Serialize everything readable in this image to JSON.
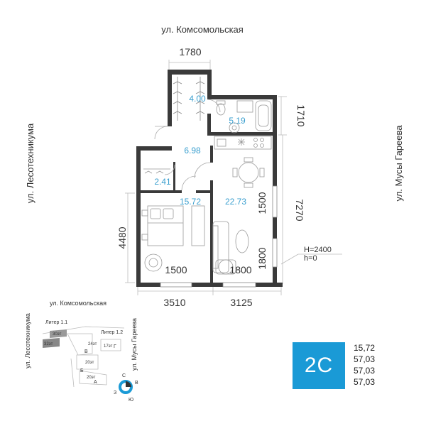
{
  "streets": {
    "north": "ул. Комсомольская",
    "west": "ул. Лесотехникума",
    "east": "ул. Мусы Гареева"
  },
  "dimensions": {
    "top": "1780",
    "bath_right": "1710",
    "right_total": "7270",
    "left_total": "4480",
    "bottom_left": "3510",
    "bottom_right": "3125",
    "window_left": "1500",
    "window_right": "1800",
    "right_inner_upper": "1500",
    "right_inner_lower": "1800"
  },
  "rooms": {
    "wardrobe": "4.00",
    "bathroom": "5.19",
    "hall": "6.98",
    "closet": "2.41",
    "bedroom": "15.72",
    "kitchen_living": "22.73"
  },
  "ceiling": {
    "height": "H=2400",
    "level": "h=0"
  },
  "site_plan": {
    "street_north": "ул. Комсомольская",
    "street_west": "ул. Лесотехникума",
    "street_east": "ул. Мусы Гареева",
    "liter_1": "Литер 1.1",
    "liter_2": "Литер 1.2",
    "floors": [
      "30эт",
      "32эт",
      "24эт",
      "17эт",
      "20эт",
      "20эт"
    ],
    "sections": [
      "В",
      "Г",
      "Б",
      "А"
    ],
    "compass": [
      "С",
      "В",
      "Ю",
      "З"
    ]
  },
  "apartment": {
    "type": "2С",
    "areas": [
      "15,72",
      "57,03",
      "57,03",
      "57,03"
    ]
  },
  "colors": {
    "wall": "#3a3a3a",
    "accent": "#1a9ad6",
    "room_label": "#3a9fcf"
  }
}
